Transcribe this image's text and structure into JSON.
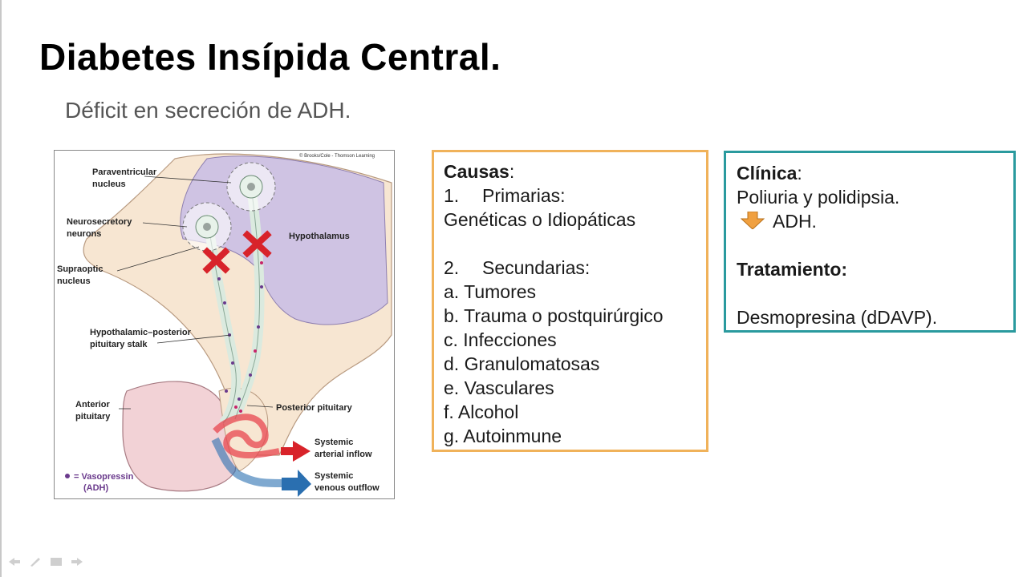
{
  "slide": {
    "title": "Diabetes Insípida Central.",
    "subtitle": "Déficit en secreción de ADH."
  },
  "diagram": {
    "copyright": "© Brooks/Cole - Thomson Learning",
    "labels": {
      "paraventricular_1": "Paraventricular",
      "paraventricular_2": "nucleus",
      "neurosecretory_1": "Neurosecretory",
      "neurosecretory_2": "neurons",
      "supraoptic_1": "Supraoptic",
      "supraoptic_2": "nucleus",
      "hypothalamus": "Hypothalamus",
      "stalk_1": "Hypothalamic–posterior",
      "stalk_2": "pituitary stalk",
      "anterior_1": "Anterior",
      "anterior_2": "pituitary",
      "posterior": "Posterior pituitary",
      "arterial_1": "Systemic",
      "arterial_2": "arterial inflow",
      "venous_1": "Systemic",
      "venous_2": "venous outflow",
      "legend_1": "= Vasopressin",
      "legend_2": "(ADH)"
    },
    "colors": {
      "hypothalamus": "#cfc3e3",
      "tissue": "#f7e6d2",
      "pituitary": "#f2d2d6",
      "cross": "#d8232a",
      "artery": "#e8464f",
      "vein": "#2a6fb0",
      "vasopressin": "#6a3a8c"
    }
  },
  "causes": {
    "heading": "Causas",
    "primary_num": "1.",
    "primary_label": "Primarias:",
    "primary_detail": "Genéticas o Idiopáticas",
    "secondary_num": "2.",
    "secondary_label": "Secundarias:",
    "items": [
      "a. Tumores",
      "b. Trauma o postquirúrgico",
      "c. Infecciones",
      "d. Granulomatosas",
      "e. Vasculares",
      "f. Alcohol",
      "g. Autoinmune"
    ],
    "border_color": "#f0b25a"
  },
  "clinic": {
    "heading": "Clínica",
    "line1": "Poliuria y polidipsia.",
    "line2": "ADH.",
    "treatment_heading": "Tratamiento:",
    "treatment": "Desmopresina (dDAVP).",
    "arrow_icon": "arrow-down-icon",
    "border_color": "#2a9a9e"
  }
}
